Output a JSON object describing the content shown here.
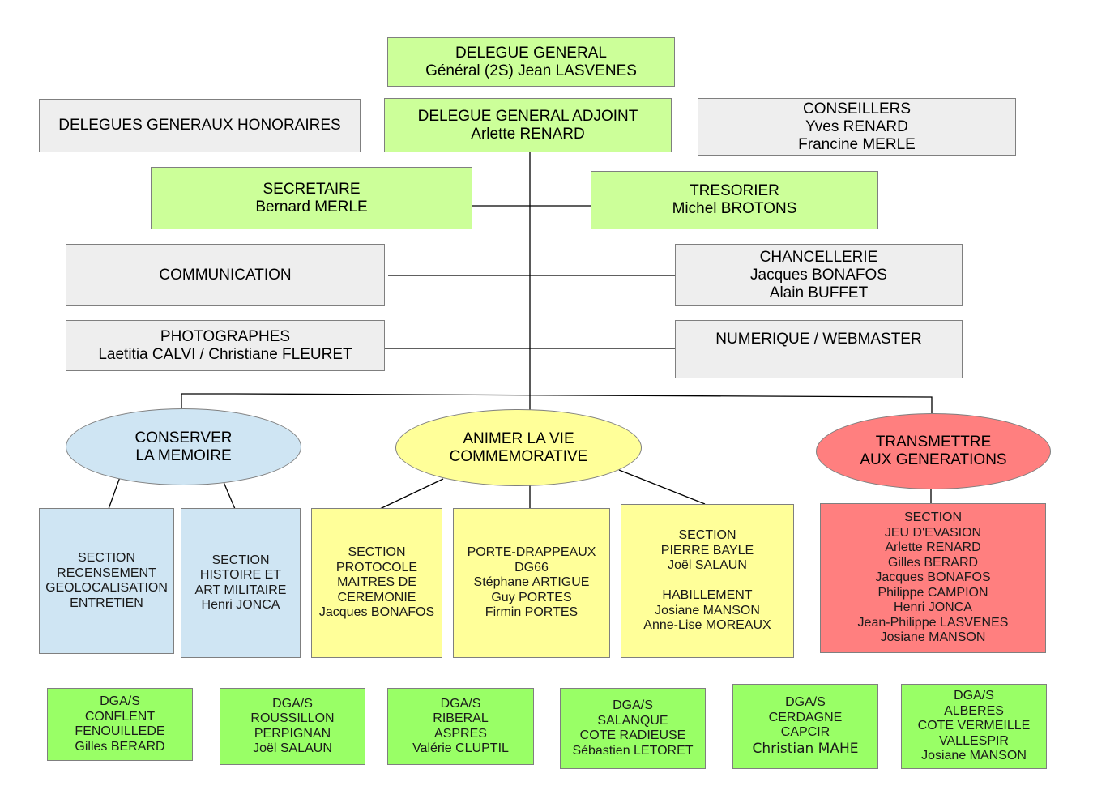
{
  "title": "Organigramme DG66",
  "colors": {
    "direction": "#ccff99",
    "service": "#eeeeee",
    "memoire": "#cfe5f3",
    "commemorative": "#ffff99",
    "generations": "#ff7f7f",
    "dgas": "#99ff66",
    "border": "#7f7f7f"
  },
  "direction": {
    "delegue_general": {
      "title": "DELEGUE GENERAL",
      "name": "Général (2S) Jean LASVENES"
    },
    "delegue_general_adjoint": {
      "title": "DELEGUE GENERAL ADJOINT",
      "name": "Arlette RENARD"
    },
    "delegues_honoraires": {
      "title": "DELEGUES GENERAUX HONORAIRES"
    },
    "conseillers": {
      "title": "CONSEILLERS",
      "names": [
        "Yves RENARD",
        "Francine MERLE"
      ]
    },
    "secretaire": {
      "title": "SECRETAIRE",
      "name": "Bernard MERLE"
    },
    "tresorier": {
      "title": "TRESORIER",
      "name": "Michel BROTONS"
    },
    "communication": {
      "title": "COMMUNICATION"
    },
    "chancellerie": {
      "title": "CHANCELLERIE",
      "names": [
        "Jacques BONAFOS",
        "Alain BUFFET"
      ]
    },
    "photographes": {
      "title": "PHOTOGRAPHES",
      "names": "Laetitia CALVI / Christiane FLEURET"
    },
    "numerique": {
      "title": "NUMERIQUE / WEBMASTER"
    }
  },
  "missions": [
    {
      "label": [
        "CONSERVER",
        "LA MEMOIRE"
      ],
      "sections": [
        {
          "lines": [
            "SECTION",
            "RECENSEMENT",
            "GEOLOCALISATION",
            "ENTRETIEN"
          ]
        },
        {
          "lines": [
            "SECTION",
            "HISTOIRE ET",
            "ART MILITAIRE",
            "Henri JONCA"
          ]
        }
      ]
    },
    {
      "label": [
        "ANIMER LA VIE",
        "COMMEMORATIVE"
      ],
      "sections": [
        {
          "lines": [
            "SECTION",
            "PROTOCOLE",
            "MAITRES DE",
            "CEREMONIE",
            "Jacques BONAFOS"
          ]
        },
        {
          "lines": [
            "PORTE-DRAPPEAUX",
            "DG66",
            "Stéphane ARTIGUE",
            "Guy PORTES",
            "Firmin PORTES"
          ]
        },
        {
          "lines": [
            "SECTION",
            "PIERRE BAYLE",
            "Joël SALAUN",
            "",
            "HABILLEMENT",
            "Josiane MANSON",
            "Anne-Lise MOREAUX"
          ]
        }
      ]
    },
    {
      "label": [
        "TRANSMETTRE",
        "AUX GENERATIONS"
      ],
      "sections": [
        {
          "lines": [
            "SECTION",
            "JEU D'EVASION",
            "Arlette RENARD",
            "Gilles BERARD",
            "Jacques BONAFOS",
            "Philippe CAMPION",
            "Henri JONCA",
            "Jean-Philippe LASVENES",
            "Josiane MANSON"
          ]
        }
      ]
    }
  ],
  "dgas": [
    {
      "lines": [
        "DGA/S",
        "CONFLENT",
        "FENOUILLEDE",
        "Gilles BERARD"
      ]
    },
    {
      "lines": [
        "DGA/S",
        "ROUSSILLON",
        "PERPIGNAN",
        "Joël SALAUN"
      ]
    },
    {
      "lines": [
        "DGA/S",
        "RIBERAL",
        "ASPRES",
        "Valérie CLUPTIL"
      ]
    },
    {
      "lines": [
        "DGA/S",
        "SALANQUE",
        "COTE RADIEUSE",
        "Sébastien LETORET"
      ]
    },
    {
      "lines": [
        "DGA/S",
        "CERDAGNE",
        "CAPCIR",
        "Christian MAHE"
      ]
    },
    {
      "lines": [
        "DGA/S",
        "ALBERES",
        "COTE VERMEILLE",
        "VALLESPIR",
        "Josiane MANSON"
      ]
    }
  ]
}
